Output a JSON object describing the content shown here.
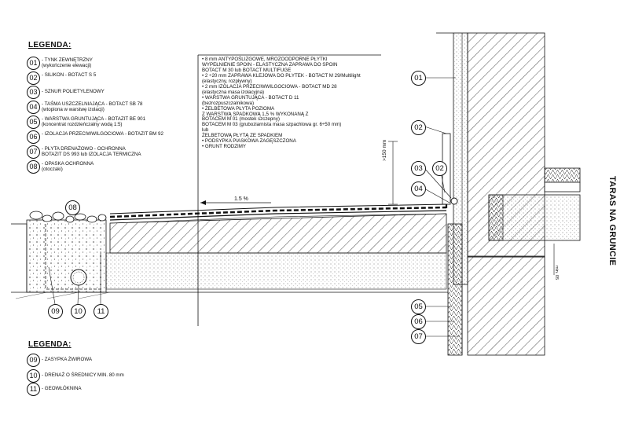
{
  "legend_top": {
    "title": "LEGENDA:",
    "items": [
      {
        "num": "01",
        "text": "- TYNK ZEWNĘTRZNY",
        "sub": "(wykończenie elewacji)"
      },
      {
        "num": "02",
        "text": "- SILIKON - BOTACT S 5",
        "sub": ""
      },
      {
        "num": "03",
        "text": "- SZNUR POLIETYLENOWY",
        "sub": ""
      },
      {
        "num": "04",
        "text": "- TAŚMA USZCZELNIAJĄCA - BOTACT SB 78",
        "sub": "(wtopiona w warstwę izolacji)"
      },
      {
        "num": "05",
        "text": "- WARSTWA GRUNTUJĄCA - BOTAZIT BE 901",
        "sub": "(koncentrat rozdzieńczalny wodą 1:5)"
      },
      {
        "num": "06",
        "text": "- IZOLACJA PRZECIWWILGOCIOWA - BOTAZIT BM 92",
        "sub": ""
      },
      {
        "num": "07",
        "text": "- PŁYTA DRENAŻOWO - OCHRONNA",
        "sub": "BOTAZIT DS 993 lub IZOLACJA TERMICZNA"
      },
      {
        "num": "08",
        "text": "- OPASKA OCHRONNA",
        "sub": "(otoczaki)"
      }
    ]
  },
  "legend_bottom": {
    "title": "LEGENDA:",
    "items": [
      {
        "num": "09",
        "text": "- ZASYPKA ŻWIROWA"
      },
      {
        "num": "10",
        "text": "- DRENAŻ O ŚREDNICY MIN. 80 mm"
      },
      {
        "num": "11",
        "text": "- GEOWŁÓKNINA"
      }
    ]
  },
  "spec_lines": [
    "• 8 mm ANTYPOŚLIZGOWE, MROZOODPORNE PŁYTKI",
    "  WYPEŁNIENIE SPOIN - ELASTYCZNA ZAPRAWA DO SPOIN",
    "  BOTACT M 30 lub BOTACT MULTIFUGE",
    "• 2 ÷20 mm ZAPRAWA KLEJOWA DO PŁYTEK - BOTACT M 29/Multilight",
    "  (elastyczny, rozpływny)",
    "• 2 mm IZOLACJA PRZECIWWILGOCIOWA - BOTACT MD 28",
    "  (elastyczna masa izolacyjna)",
    "• WARSTWA GRUNTUJĄCA - BOTACT D 11",
    "  (bezrozpuszczalnikowa)",
    "• ŻELBETOWA PŁYTA POZIOMA",
    "  Z WARSTWĄ SPADKOWĄ 1,5 % WYKONANĄ Z",
    "  BOTACEM M 01 (mostek szczepny)",
    "  BOTACEM M 03 (gruboziarnista masa szpachlowa gr. 6÷50 mm)",
    "  lub",
    "  ŻELBETOWĄ PŁYTĄ ZE SPADKIEM",
    "• PODSYPKA PIASKOWA ZAGĘSZCZONA",
    "• GRUNT RODZIMY"
  ],
  "side_title": "TARAS NA GRUNCIE",
  "slope_label": "1.5 %",
  "dim_vertical": ">150 mm",
  "dim_small": "min. 05",
  "callouts_right": [
    "01",
    "02",
    "03",
    "02",
    "04",
    "05",
    "06",
    "07"
  ],
  "callouts_left": [
    "08",
    "09",
    "10",
    "11"
  ]
}
